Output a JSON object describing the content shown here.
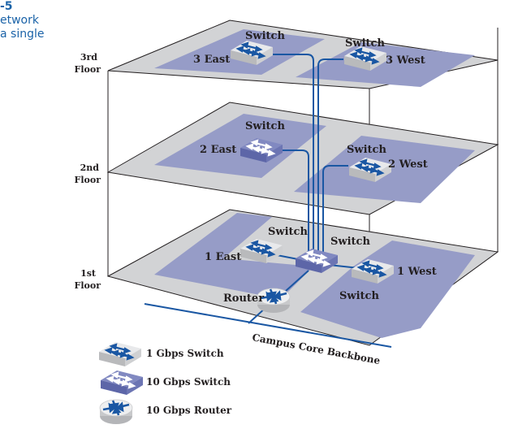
{
  "figure": {
    "caption_number": "-5",
    "caption_lines": [
      "etwork",
      "a single"
    ]
  },
  "colors": {
    "floor": "#d2d3d5",
    "area": "#969cc7",
    "cable": "#1a57a3",
    "edge": "#231f20",
    "switch_1g_top": "#e9eaec",
    "switch_10g_top": "#7f87c0",
    "text": "#231f20",
    "caption": "#1b63a8"
  },
  "floors": [
    {
      "id": "3",
      "label_line1": "3rd",
      "label_line2": "Floor"
    },
    {
      "id": "2",
      "label_line1": "2nd",
      "label_line2": "Floor"
    },
    {
      "id": "1",
      "label_line1": "1st",
      "label_line2": "Floor"
    }
  ],
  "devices": {
    "sw3east": {
      "type": "1 Gbps Switch",
      "label": "Switch",
      "area": "3 East"
    },
    "sw3west": {
      "type": "1 Gbps Switch",
      "label": "Switch",
      "area": "3 West"
    },
    "sw2east": {
      "type": "10 Gbps Switch",
      "label": "Switch",
      "area": "2 East"
    },
    "sw2west": {
      "type": "1 Gbps Switch",
      "label": "Switch",
      "area": "2 West"
    },
    "sw1east": {
      "type": "1 Gbps Switch",
      "label": "Switch",
      "area": "1 East"
    },
    "sw1core": {
      "type": "10 Gbps Switch",
      "label": "Switch"
    },
    "sw1west": {
      "type": "1 Gbps Switch",
      "label": "Switch",
      "area": "1 West"
    },
    "router": {
      "type": "10 Gbps Router",
      "label": "Router"
    }
  },
  "backbone": {
    "label": "Campus Core Backbone"
  },
  "legend": [
    {
      "icon": "switch-1gbps-icon",
      "label": "1 Gbps Switch"
    },
    {
      "icon": "switch-10gbps-icon",
      "label": "10 Gbps Switch"
    },
    {
      "icon": "router-10gbps-icon",
      "label": "10 Gbps Router"
    }
  ]
}
